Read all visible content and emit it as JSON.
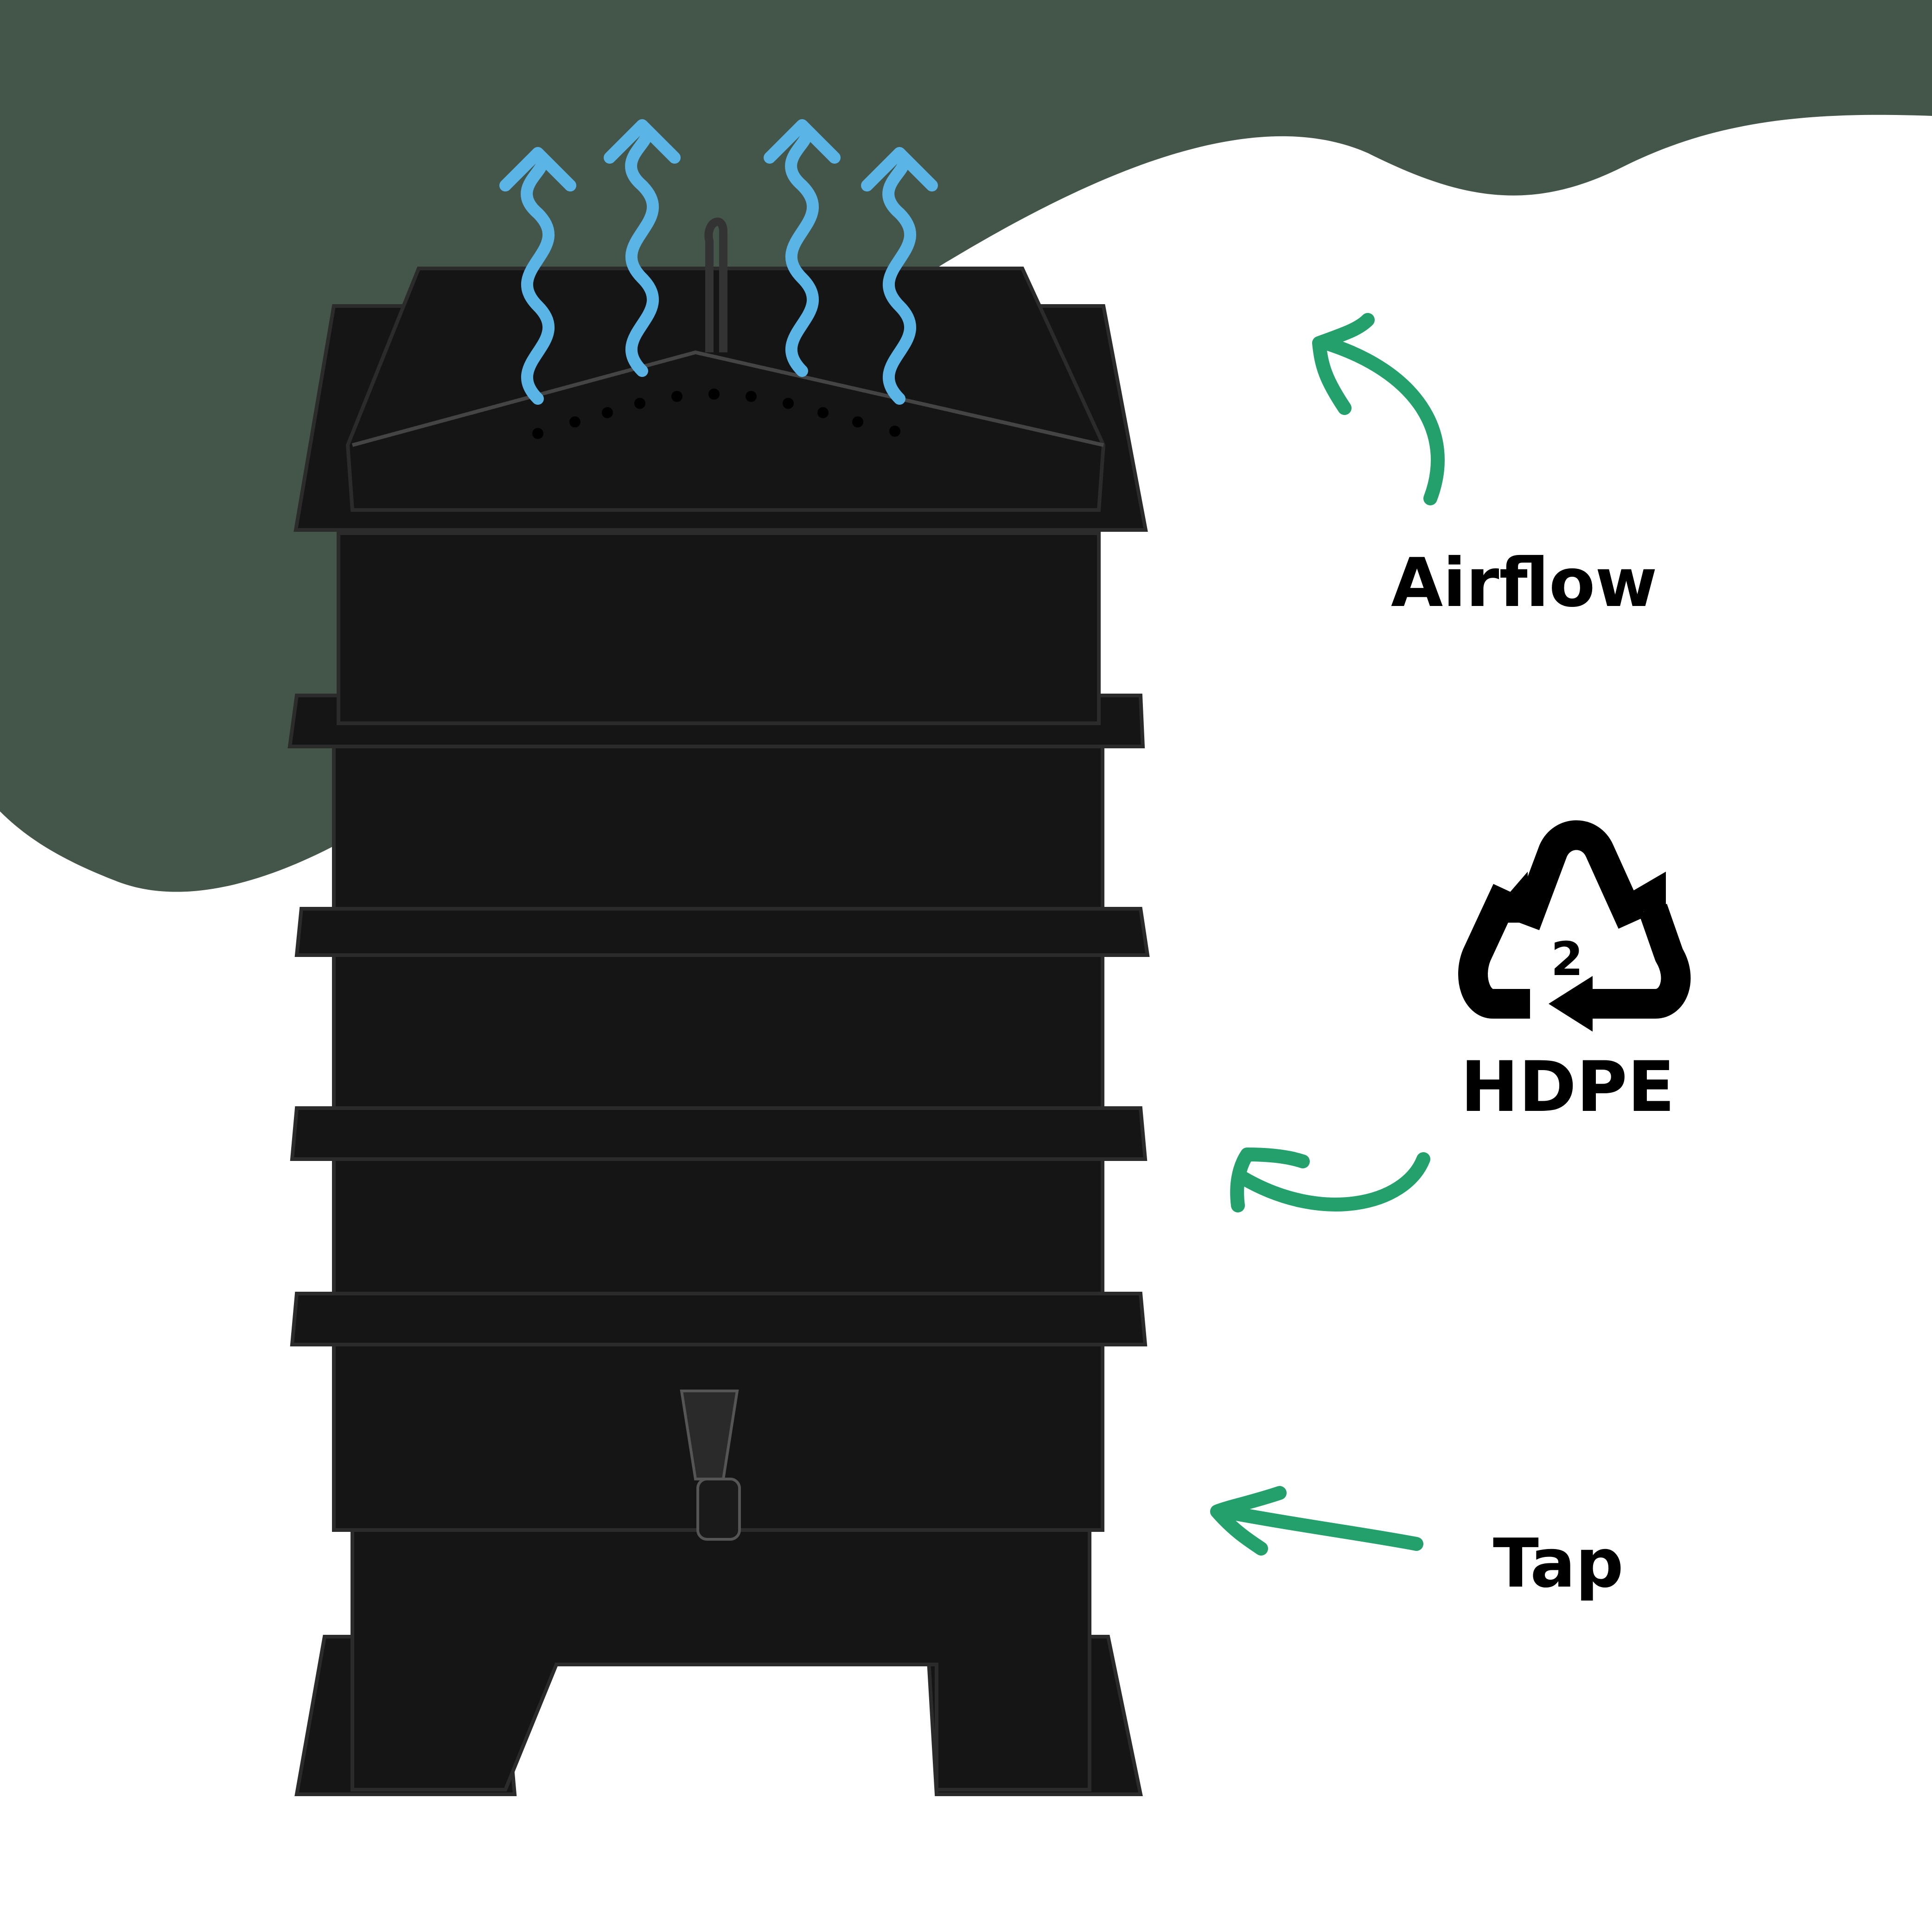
{
  "labels": {
    "airflow": "Airflow",
    "material": "HDPE",
    "recycle_code": "2",
    "tap": "Tap"
  },
  "icons": {
    "recycle": "recycle-triangle-icon",
    "airflow_arrows": "wavy-up-arrow-icon",
    "pointer_arrows": "curved-arrow-icon"
  },
  "colors": {
    "background_dark": "#44554a",
    "accent_green": "#23a06b",
    "airflow_blue": "#5ab4e6",
    "bin": "#151515"
  }
}
